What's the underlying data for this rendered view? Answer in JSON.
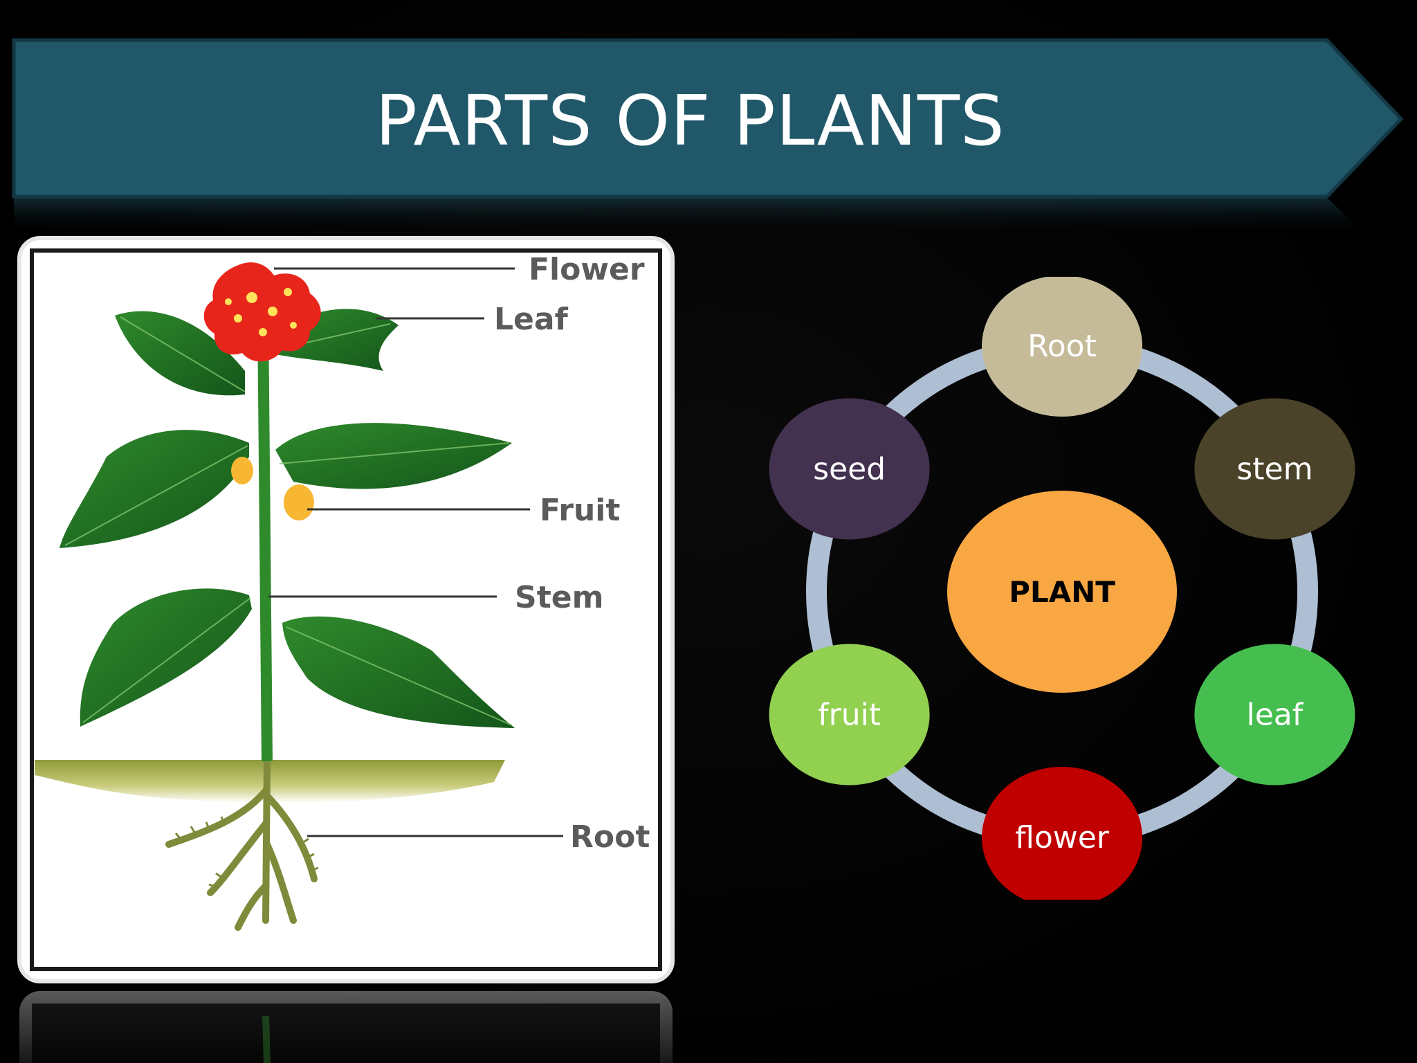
{
  "slide": {
    "title": "PARTS OF PLANTS",
    "colors": {
      "background": "#000000",
      "banner": "#215869",
      "banner_border": "#123845",
      "ring": "#aebfd4"
    }
  },
  "plant_image": {
    "labels": {
      "flower": "Flower",
      "leaf": "Leaf",
      "fruit": "Fruit",
      "stem": "Stem",
      "root": "Root"
    }
  },
  "cycle_diagram": {
    "center": {
      "label": "PLANT",
      "color": "#f9a743"
    },
    "nodes": [
      {
        "label": "Root",
        "color": "#c5bb99"
      },
      {
        "label": "stem",
        "color": "#4a4329"
      },
      {
        "label": "leaf",
        "color": "#46be4f"
      },
      {
        "label": "flower",
        "color": "#c00000"
      },
      {
        "label": "fruit",
        "color": "#92d050"
      },
      {
        "label": "seed",
        "color": "#433150"
      }
    ]
  }
}
